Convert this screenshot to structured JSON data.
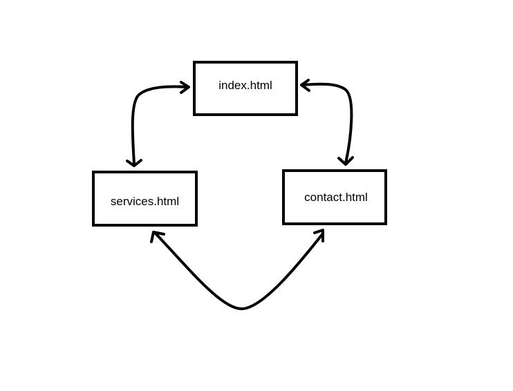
{
  "diagram": {
    "nodes": [
      {
        "id": "index",
        "label": "index.html"
      },
      {
        "id": "services",
        "label": "services.html"
      },
      {
        "id": "contact",
        "label": "contact.html"
      }
    ],
    "edges": [
      {
        "from": "index",
        "to": "services",
        "bidirectional": true
      },
      {
        "from": "index",
        "to": "contact",
        "bidirectional": true
      },
      {
        "from": "services",
        "to": "contact",
        "bidirectional": true
      }
    ],
    "colors": {
      "stroke": "#000000",
      "background": "#ffffff"
    }
  }
}
